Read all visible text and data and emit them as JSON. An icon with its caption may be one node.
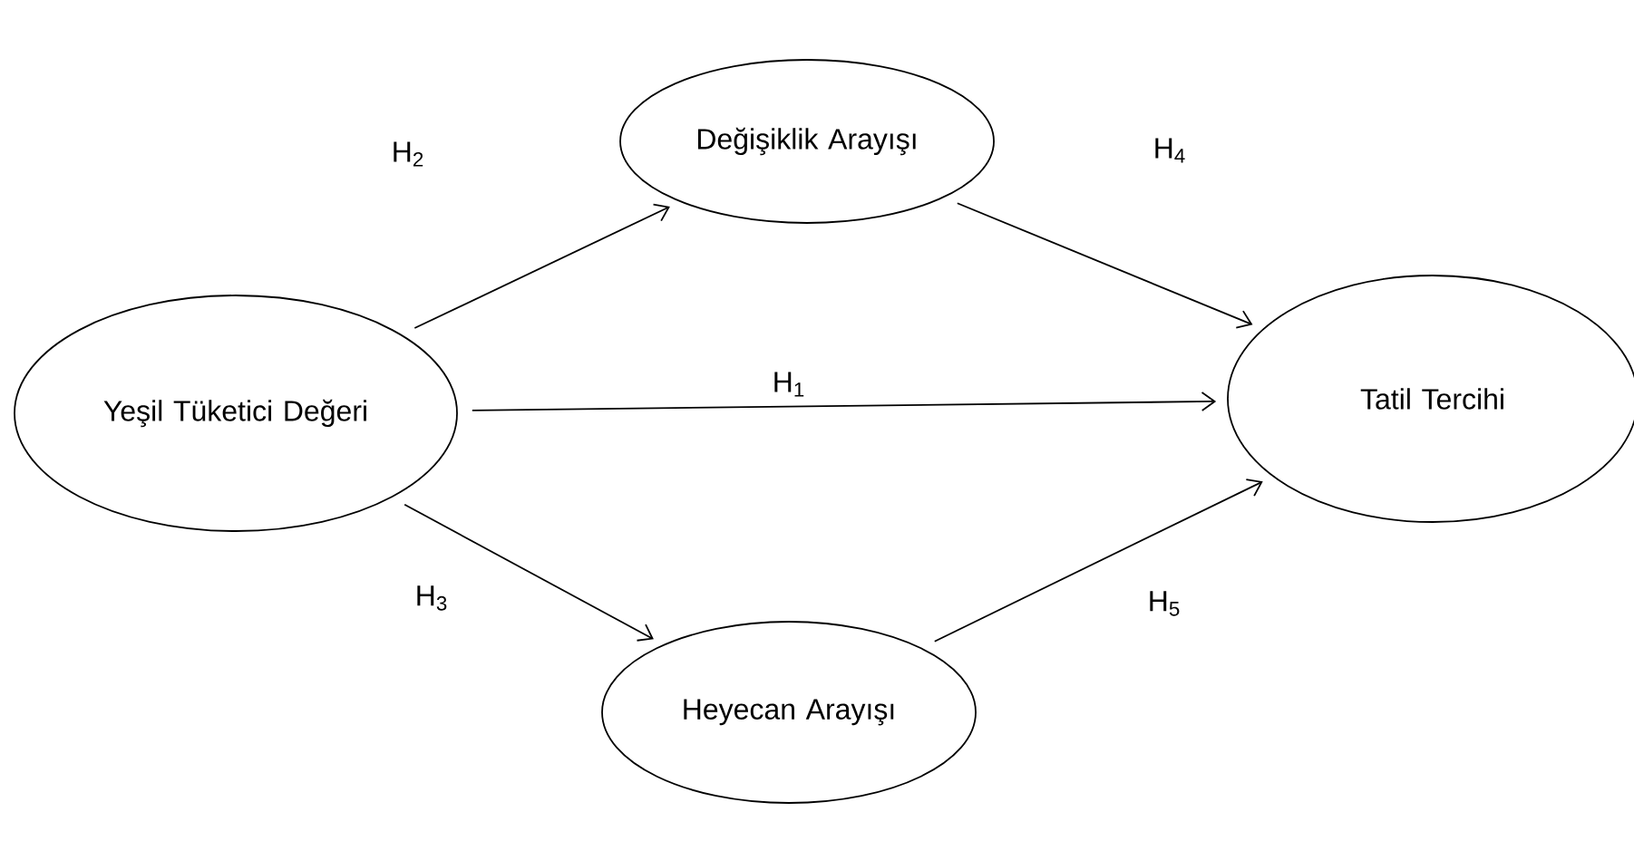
{
  "diagram": {
    "nodes": [
      {
        "text": [
          "Yeşil Tüketici Değeri"
        ]
      },
      {
        "text": [
          "Değişiklik Arayışı"
        ]
      },
      {
        "text": [
          "Heyecan Arayışı"
        ]
      },
      {
        "text": [
          "Tatil Tercihi"
        ]
      }
    ],
    "edges": [
      {
        "from": 0,
        "to": 1,
        "arrow": "to",
        "label": "H$_{2}$"
      },
      {
        "from": 0,
        "to": 3,
        "arrow": "to",
        "label": "H$_{1}$"
      },
      {
        "from": 0,
        "to": 2,
        "arrow": "to",
        "label": "H$_{3}$"
      },
      {
        "from": 1,
        "to": 3,
        "arrow": "to",
        "label": "H$_{4}$"
      },
      {
        "from": 2,
        "to": 3,
        "arrow": "to",
        "label": "H$_{5}$"
      }
    ]
  }
}
